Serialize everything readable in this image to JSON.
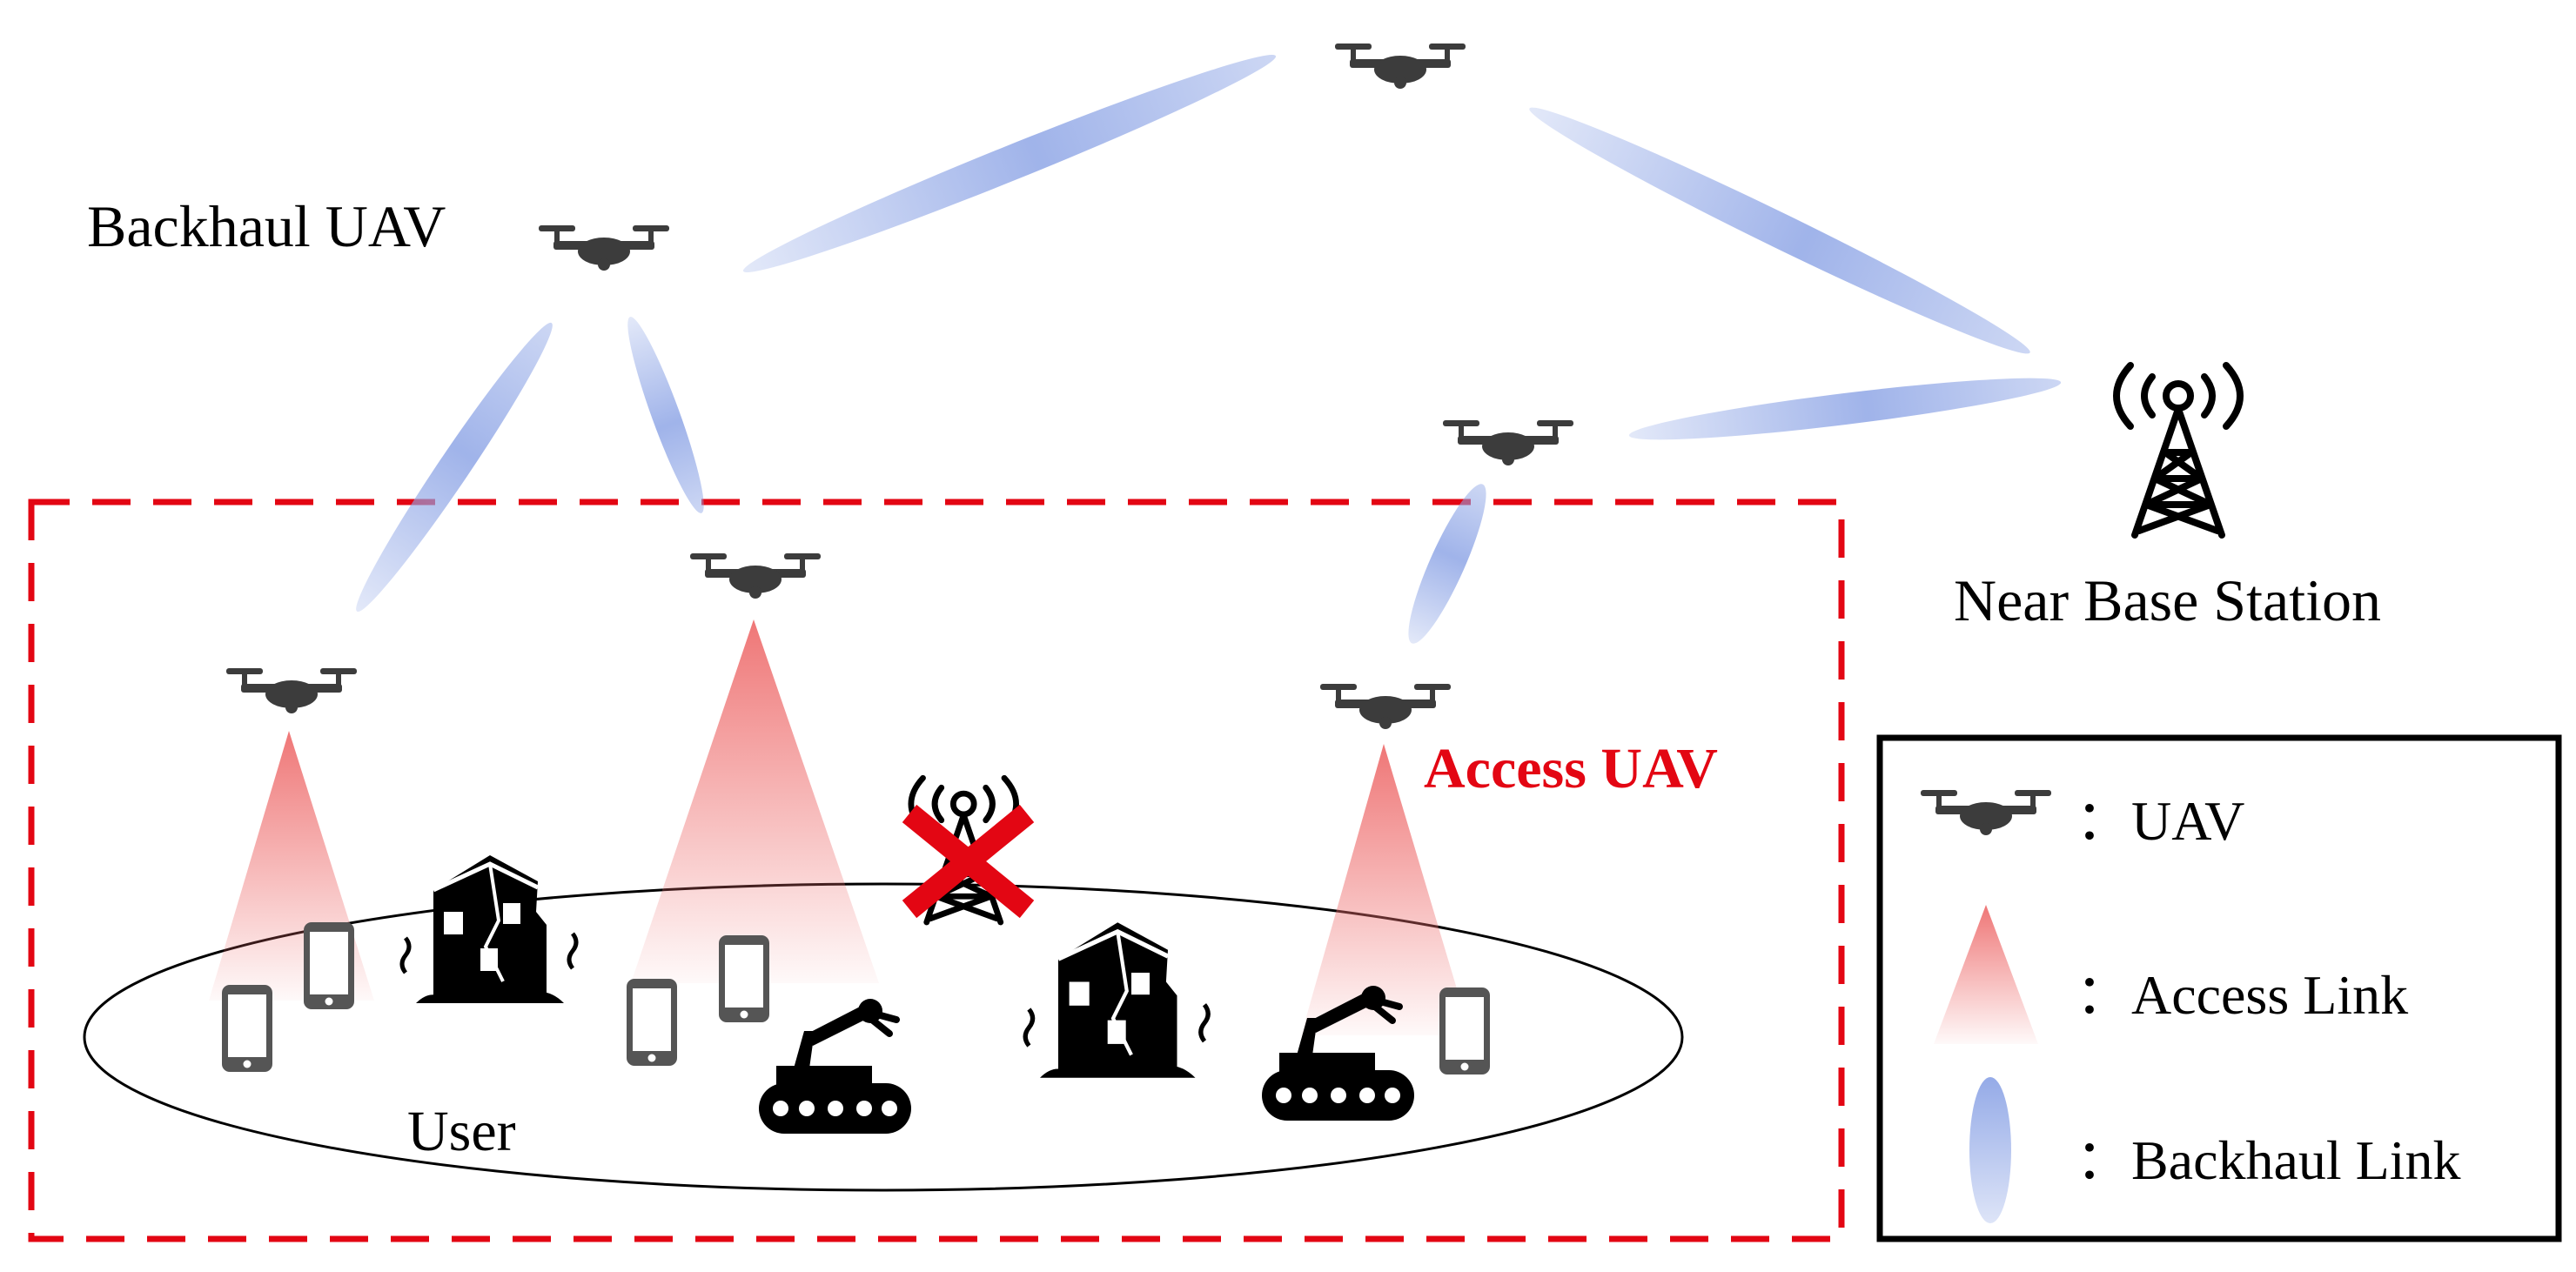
{
  "labels": {
    "backhaul_uav": "Backhaul UAV",
    "near_base_station": "Near Base Station",
    "access_uav": "Access UAV",
    "user": "User"
  },
  "legend": {
    "uav": "：UAV",
    "access_link": "：Access Link",
    "backhaul_link": "：Backhaul Link"
  },
  "colors": {
    "backhaul_link": "#8fa6e6",
    "access_link": "#f08a8a",
    "disaster_area_border": "#e30613",
    "failed_station_mark": "#e30613",
    "icon": "#3c3c3c"
  }
}
